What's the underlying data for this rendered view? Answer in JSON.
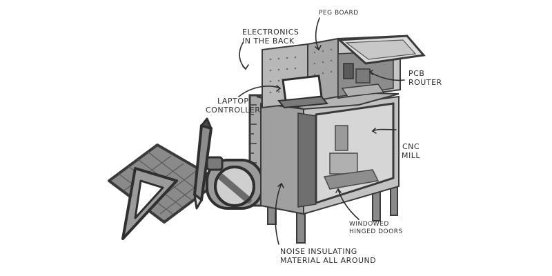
{
  "labels": {
    "electronics": [
      "ELECTRONICS",
      "IN THE BACK"
    ],
    "pegboard": "PEG BOARD",
    "pcb_router": [
      "PCB",
      "ROUTER"
    ],
    "laptop_controller": [
      "LAPTOP",
      "CONTROLLER"
    ],
    "cnc_mill": [
      "CNC",
      "MILL"
    ],
    "windowed_doors": [
      "WINDOWED",
      "HINGED DOORS"
    ],
    "noise_insulating": [
      "NOISE INSULATING",
      "MATERIAL ALL AROUND"
    ]
  },
  "colors": {
    "ink": "#2b2b2b",
    "cabinet_light": "#bdbdbd",
    "cabinet_mid": "#9a9a9a",
    "cabinet_dark": "#6f6f6f",
    "icon_fill": "#8a8a8a",
    "icon_dark": "#3a3a3a",
    "glass": "#d6d6d6"
  },
  "icons": [
    "set-square-icon",
    "grid-paper-icon",
    "pencil-icon",
    "tape-measure-icon",
    "ruler-icon"
  ]
}
